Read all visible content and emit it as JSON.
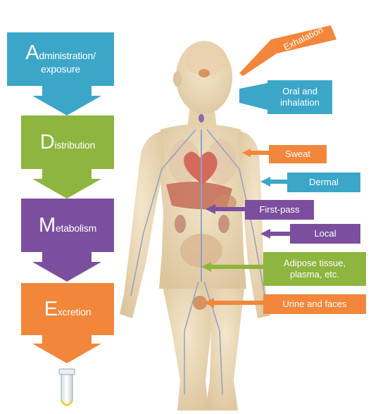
{
  "colors": {
    "administration": "#3ba6c8",
    "distribution": "#8db53f",
    "metabolism": "#7b4f9e",
    "excretion": "#f2863a",
    "body_skin": "#ecdab8",
    "background": "#ffffff"
  },
  "stages": [
    {
      "initial": "A",
      "rest": "dministration/\nexposure",
      "color_key": "administration"
    },
    {
      "initial": "D",
      "rest": "istribution",
      "color_key": "distribution"
    },
    {
      "initial": "M",
      "rest": "etabolism",
      "color_key": "metabolism"
    },
    {
      "initial": "E",
      "rest": "xcretion",
      "color_key": "excretion"
    }
  ],
  "callouts": {
    "exhalation": {
      "label": "Exhalation",
      "color_key": "excretion"
    },
    "oral_inhalation": {
      "label": "Oral and\ninhalation",
      "color_key": "administration"
    },
    "sweat": {
      "label": "Sweat",
      "color_key": "excretion"
    },
    "dermal": {
      "label": "Dermal",
      "color_key": "administration"
    },
    "first_pass": {
      "label": "First-pass",
      "color_key": "metabolism"
    },
    "local": {
      "label": "Local",
      "color_key": "metabolism"
    },
    "adipose": {
      "label": "Adipose tissue,\nplasma, etc.",
      "color_key": "distribution"
    },
    "urine": {
      "label": "Urine and faces",
      "color_key": "excretion"
    }
  },
  "icons": {
    "figure": "human-body-illustration",
    "sample": "sample-tube-icon"
  }
}
